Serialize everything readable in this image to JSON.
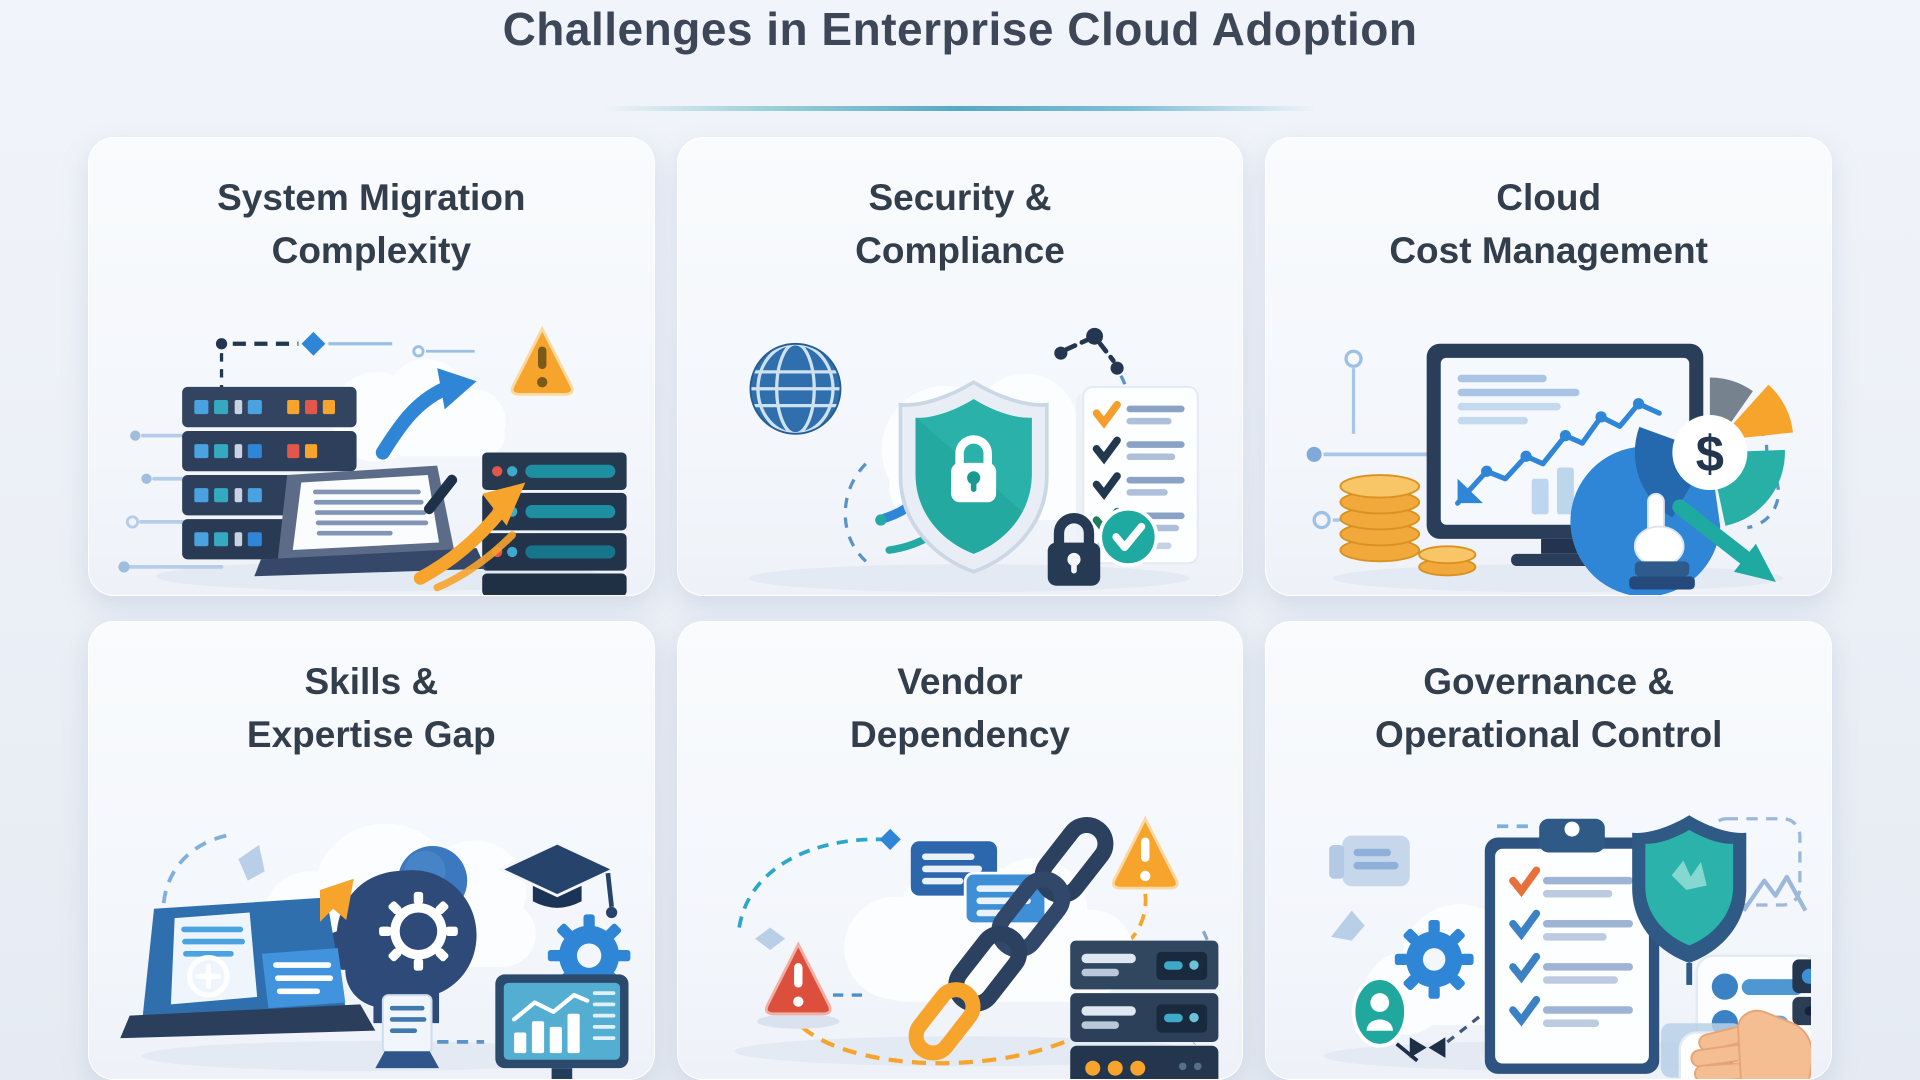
{
  "page": {
    "title": "Challenges in Enterprise Cloud Adoption",
    "background_color": "#edf1f7",
    "divider_gradient": [
      "#9ed2d8",
      "#56a8c4",
      "#7fc0d6"
    ]
  },
  "palette": {
    "title_text": "#3d4757",
    "card_title_text": "#333e4d",
    "blue": "#2f86d6",
    "navy": "#2a3b55",
    "teal": "#27b0a6",
    "orange": "#f6a42c",
    "red": "#dc4f3c",
    "gold": "#f1a93c"
  },
  "cards": [
    {
      "id": "system-migration-complexity",
      "title_line1": "System Migration",
      "title_line2": "Complexity",
      "icons": [
        "server-rack-icon",
        "cloud-icon",
        "migration-up-arrow-icon",
        "warning-triangle-icon",
        "laptop-document-icon",
        "growth-arrow-icon",
        "dashed-connector-icon"
      ]
    },
    {
      "id": "security-compliance",
      "title_line1": "Security &",
      "title_line2": "Compliance",
      "icons": [
        "globe-icon",
        "cloud-icon",
        "shield-lock-icon",
        "flow-arrows-icon",
        "compliance-checklist-icon",
        "check-circle-icon",
        "padlock-icon"
      ]
    },
    {
      "id": "cloud-cost-management",
      "title_line1": "Cloud",
      "title_line2": "Cost Management",
      "dollar_sign": "$",
      "icons": [
        "monitor-line-chart-icon",
        "coin-stack-icon",
        "pie-chart-dollar-icon",
        "pointing-hand-icon",
        "cost-down-arrow-icon",
        "circuit-lines-icon"
      ]
    },
    {
      "id": "skills-expertise-gap",
      "title_line1": "Skills &",
      "title_line2": "Expertise Gap",
      "icons": [
        "training-laptop-icon",
        "head-gear-icon",
        "graduation-cap-icon",
        "gear-icon",
        "bar-chart-monitor-icon",
        "bookmark-icon",
        "cloud-icon"
      ]
    },
    {
      "id": "vendor-dependency",
      "title_line1": "Vendor",
      "title_line2": "Dependency",
      "icons": [
        "cloud-icon",
        "data-blocks-icon",
        "chain-icon",
        "warning-triangle-red-icon",
        "warning-triangle-orange-icon",
        "vendor-server-icon",
        "dashed-route-icon"
      ]
    },
    {
      "id": "governance-operational-control",
      "title_line1": "Governance &",
      "title_line2": "Operational Control",
      "icons": [
        "clipboard-checklist-icon",
        "shield-icon",
        "gear-icon",
        "person-badge-icon",
        "sliders-panel-icon",
        "hand-cursor-icon",
        "cloud-icon"
      ]
    }
  ]
}
